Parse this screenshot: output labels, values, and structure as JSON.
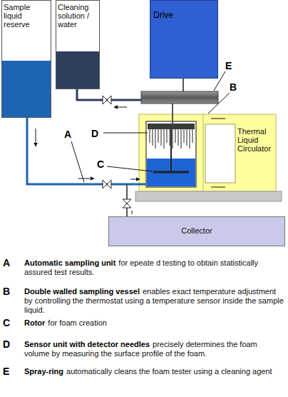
{
  "diagram": {
    "nodes": [
      {
        "text": [
          "Sample liquid reserve"
        ]
      },
      {
        "text": [
          "Cleaning solution / water"
        ]
      },
      {
        "text": [
          "Drive"
        ]
      },
      {
        "text": [
          "Thermal Liquid Circulator"
        ]
      },
      {
        "text": [
          "Collector"
        ]
      }
    ],
    "labels": [
      "E",
      "B",
      "D",
      "A",
      "C",
      "A",
      "Automatic sampling unit",
      "for epeate d testing to obtain statistically assured test results.",
      "B",
      "Double walled sampling vessel",
      "enables exact temperature adjustment by controlling the thermostat using a temperature sensor inside the sample liquid.",
      "C",
      "Rotor",
      "for foam creation",
      "D",
      "Sensor unit with detector needles",
      "precisely determines the foam volume by measuring the surface profile of the foam.",
      "E",
      "Spray-ring",
      "automatically cleans the foam tester using a cleaning agent"
    ]
  }
}
